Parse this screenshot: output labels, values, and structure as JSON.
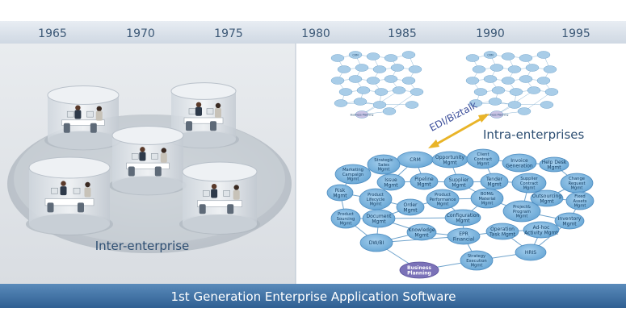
{
  "timeline": {
    "years": [
      "1965",
      "1970",
      "1975",
      "1980",
      "1985",
      "1990",
      "1995"
    ]
  },
  "labels": {
    "inter": "Inter-enterprise",
    "intra": "Intra-enterprises",
    "edi": "EDI/Biztalk"
  },
  "footer": {
    "title": "1st Generation Enterprise Application Software"
  },
  "network": {
    "nodes": [
      {
        "id": "crm",
        "lines": [
          "CRM"
        ]
      },
      {
        "id": "strategic-sales",
        "lines": [
          "Strategic",
          "Sales",
          "Mgmt"
        ]
      },
      {
        "id": "marketing-campaign",
        "lines": [
          "Marketing",
          "Campaign",
          "Mgmt"
        ]
      },
      {
        "id": "opportunity",
        "lines": [
          "Opportunity",
          "Mgmt"
        ]
      },
      {
        "id": "client-contract",
        "lines": [
          "Client",
          "Contract",
          "Mgmt"
        ]
      },
      {
        "id": "invoice-generation",
        "lines": [
          "Invoice",
          "Generation"
        ]
      },
      {
        "id": "help-desk",
        "lines": [
          "Help Desk",
          "Mgmt"
        ]
      },
      {
        "id": "change-request",
        "lines": [
          "Change",
          "Request",
          "Mgmt"
        ]
      },
      {
        "id": "issue",
        "lines": [
          "Issue",
          "Mgmt"
        ]
      },
      {
        "id": "pipeline",
        "lines": [
          "Pipeline",
          "Mgmt"
        ]
      },
      {
        "id": "supplier",
        "lines": [
          "Supplier",
          "Mgmt"
        ]
      },
      {
        "id": "tender",
        "lines": [
          "Tender",
          "Mgmt"
        ]
      },
      {
        "id": "supplier-contract",
        "lines": [
          "Supplier",
          "Contract",
          "Mgmt"
        ]
      },
      {
        "id": "risk",
        "lines": [
          "Risk",
          "Mgmt"
        ]
      },
      {
        "id": "product-lifecycle",
        "lines": [
          "Product",
          "Lifecycle",
          "Mgmt"
        ]
      },
      {
        "id": "order",
        "lines": [
          "Order",
          "Mgmt"
        ]
      },
      {
        "id": "product-performance",
        "lines": [
          "Product",
          "Performance",
          "Mgmt"
        ]
      },
      {
        "id": "bom-material",
        "lines": [
          "BOM&",
          "Material",
          "Mgmt"
        ]
      },
      {
        "id": "outsourcing",
        "lines": [
          "Outsourcing",
          "Mgmt"
        ]
      },
      {
        "id": "fixed-assets",
        "lines": [
          "Fixed",
          "Assets",
          "Mgmt"
        ]
      },
      {
        "id": "product-sourcing",
        "lines": [
          "Product",
          "Sourcing",
          "Mgmt"
        ]
      },
      {
        "id": "document",
        "lines": [
          "Document",
          "Mgmt"
        ]
      },
      {
        "id": "configuration",
        "lines": [
          "Configuration",
          "Mgmt"
        ]
      },
      {
        "id": "project-program",
        "lines": [
          "Project&",
          "Program",
          "Mgmt"
        ]
      },
      {
        "id": "inventory",
        "lines": [
          "Inventory",
          "Mgmt"
        ]
      },
      {
        "id": "knowledge",
        "lines": [
          "Knowledge",
          "Mgmt"
        ]
      },
      {
        "id": "epr-financial",
        "lines": [
          "EPR",
          "Financial"
        ]
      },
      {
        "id": "operation-task",
        "lines": [
          "Operation",
          "Task Mgmt"
        ]
      },
      {
        "id": "ad-hoc-activity",
        "lines": [
          "Ad-hoc",
          "Activity Mgmt"
        ]
      },
      {
        "id": "dw-bi",
        "lines": [
          "DW/BI"
        ]
      },
      {
        "id": "strategy-execution",
        "lines": [
          "Strategy",
          "Execution",
          "Mgmt"
        ]
      },
      {
        "id": "hris",
        "lines": [
          "HRIS"
        ]
      },
      {
        "id": "business-planning",
        "lines": [
          "Business",
          "Planning"
        ]
      }
    ],
    "edges": [
      [
        "crm",
        "strategic-sales"
      ],
      [
        "crm",
        "opportunity"
      ],
      [
        "crm",
        "issue"
      ],
      [
        "crm",
        "pipeline"
      ],
      [
        "crm",
        "marketing-campaign"
      ],
      [
        "opportunity",
        "client-contract"
      ],
      [
        "opportunity",
        "supplier"
      ],
      [
        "client-contract",
        "invoice-generation"
      ],
      [
        "invoice-generation",
        "help-desk"
      ],
      [
        "help-desk",
        "change-request"
      ],
      [
        "client-contract",
        "tender"
      ],
      [
        "strategic-sales",
        "marketing-campaign"
      ],
      [
        "marketing-campaign",
        "risk"
      ],
      [
        "risk",
        "product-lifecycle"
      ],
      [
        "product-lifecycle",
        "issue"
      ],
      [
        "issue",
        "pipeline"
      ],
      [
        "pipeline",
        "supplier"
      ],
      [
        "supplier",
        "tender"
      ],
      [
        "tender",
        "supplier-contract"
      ],
      [
        "supplier-contract",
        "outsourcing"
      ],
      [
        "outsourcing",
        "change-request"
      ],
      [
        "outsourcing",
        "fixed-assets"
      ],
      [
        "fixed-assets",
        "inventory"
      ],
      [
        "product-lifecycle",
        "order"
      ],
      [
        "order",
        "product-performance"
      ],
      [
        "product-performance",
        "bom-material"
      ],
      [
        "bom-material",
        "project-program"
      ],
      [
        "project-program",
        "outsourcing"
      ],
      [
        "project-program",
        "inventory"
      ],
      [
        "product-sourcing",
        "document"
      ],
      [
        "document",
        "order"
      ],
      [
        "document",
        "configuration"
      ],
      [
        "configuration",
        "bom-material"
      ],
      [
        "configuration",
        "epr-financial"
      ],
      [
        "document",
        "knowledge"
      ],
      [
        "knowledge",
        "epr-financial"
      ],
      [
        "epr-financial",
        "operation-task"
      ],
      [
        "operation-task",
        "ad-hoc-activity"
      ],
      [
        "ad-hoc-activity",
        "inventory"
      ],
      [
        "dw-bi",
        "knowledge"
      ],
      [
        "dw-bi",
        "epr-financial"
      ],
      [
        "dw-bi",
        "document"
      ],
      [
        "dw-bi",
        "product-sourcing"
      ],
      [
        "dw-bi",
        "business-planning"
      ],
      [
        "business-planning",
        "strategy-execution"
      ],
      [
        "strategy-execution",
        "hris"
      ],
      [
        "hris",
        "ad-hoc-activity"
      ],
      [
        "hris",
        "operation-task"
      ],
      [
        "epr-financial",
        "strategy-execution"
      ],
      [
        "product-sourcing",
        "risk"
      ],
      [
        "supplier-contract",
        "project-program"
      ],
      [
        "tender",
        "bom-material"
      ],
      [
        "inventory",
        "hris"
      ],
      [
        "configuration",
        "product-performance"
      ],
      [
        "supplier",
        "bom-material"
      ]
    ]
  },
  "minimap_left": {
    "nodes": [
      {
        "id": "m1",
        "lines": [
          "",
          "",
          ""
        ]
      },
      {
        "id": "m2",
        "lines": [
          "CRM"
        ]
      },
      {
        "id": "m3",
        "lines": [
          "",
          "",
          ""
        ]
      },
      {
        "id": "m4",
        "lines": [
          "",
          ""
        ]
      },
      {
        "id": "m5",
        "lines": [
          "",
          "",
          ""
        ]
      },
      {
        "id": "m6",
        "lines": [
          "",
          ""
        ]
      },
      {
        "id": "m7",
        "lines": [
          "",
          ""
        ]
      },
      {
        "id": "m8",
        "lines": [
          "",
          ""
        ]
      },
      {
        "id": "m9",
        "lines": [
          "",
          ""
        ]
      },
      {
        "id": "m10",
        "lines": [
          "",
          ""
        ]
      },
      {
        "id": "m11",
        "lines": [
          "",
          "",
          ""
        ]
      },
      {
        "id": "m12",
        "lines": [
          "",
          ""
        ]
      },
      {
        "id": "m13",
        "lines": [
          "",
          ""
        ]
      },
      {
        "id": "m14",
        "lines": [
          "",
          ""
        ]
      },
      {
        "id": "m15",
        "lines": [
          "",
          ""
        ]
      },
      {
        "id": "m16",
        "lines": [
          "",
          ""
        ]
      },
      {
        "id": "m17",
        "lines": [
          "",
          ""
        ]
      },
      {
        "id": "m18",
        "lines": [
          "",
          ""
        ]
      },
      {
        "id": "m19",
        "lines": [
          "",
          ""
        ]
      },
      {
        "id": "m20",
        "lines": [
          "",
          "",
          ""
        ]
      },
      {
        "id": "m21",
        "lines": [
          "",
          ""
        ]
      },
      {
        "id": "m22",
        "lines": [
          "",
          ""
        ]
      },
      {
        "id": "m23",
        "lines": [
          ""
        ]
      },
      {
        "id": "m24",
        "lines": [
          "Business",
          "Planning"
        ]
      },
      {
        "id": "m25",
        "lines": [
          "",
          ""
        ]
      },
      {
        "id": "m26",
        "lines": [
          ""
        ]
      }
    ]
  },
  "minimap_right": {
    "nodes": [
      {
        "id": "r1",
        "lines": [
          "",
          "",
          ""
        ]
      },
      {
        "id": "r2",
        "lines": [
          "CRM"
        ]
      },
      {
        "id": "r3",
        "lines": [
          "",
          "",
          ""
        ]
      },
      {
        "id": "r4",
        "lines": [
          "",
          ""
        ]
      },
      {
        "id": "r5",
        "lines": [
          "",
          "",
          ""
        ]
      },
      {
        "id": "r6",
        "lines": [
          "",
          ""
        ]
      },
      {
        "id": "r7",
        "lines": [
          "",
          ""
        ]
      },
      {
        "id": "r8",
        "lines": [
          "",
          ""
        ]
      },
      {
        "id": "r9",
        "lines": [
          "",
          ""
        ]
      },
      {
        "id": "r10",
        "lines": [
          "",
          ""
        ]
      },
      {
        "id": "r11",
        "lines": [
          "",
          "",
          ""
        ]
      },
      {
        "id": "r12",
        "lines": [
          "",
          ""
        ]
      },
      {
        "id": "r13",
        "lines": [
          "",
          ""
        ]
      },
      {
        "id": "r14",
        "lines": [
          "",
          ""
        ]
      },
      {
        "id": "r15",
        "lines": [
          "",
          ""
        ]
      },
      {
        "id": "r16",
        "lines": [
          "",
          ""
        ]
      },
      {
        "id": "r17",
        "lines": [
          "",
          ""
        ]
      },
      {
        "id": "r18",
        "lines": [
          "",
          ""
        ]
      },
      {
        "id": "r19",
        "lines": [
          "",
          ""
        ]
      },
      {
        "id": "r20",
        "lines": [
          "",
          "",
          ""
        ]
      },
      {
        "id": "r21",
        "lines": [
          "",
          ""
        ]
      },
      {
        "id": "r22",
        "lines": [
          "",
          ""
        ]
      },
      {
        "id": "r23",
        "lines": [
          ""
        ]
      },
      {
        "id": "r24",
        "lines": [
          "Business",
          "Planning"
        ]
      },
      {
        "id": "r25",
        "lines": [
          "",
          ""
        ]
      },
      {
        "id": "r26",
        "lines": [
          ""
        ]
      }
    ]
  },
  "colors": {
    "timeline_bar": "#d7dfe9",
    "timeline_text": "#3c5876",
    "footer_bar": "#3f6fa1",
    "footer_text": "#ffffff",
    "left_panel": "#e3e6ea",
    "node_fill": "#7fb6de",
    "node_stroke": "#4d8cc0",
    "node_text": "#143e63",
    "business_planning": "#7b72b8",
    "edge": "#6fa3cc",
    "edi_arrow": "#e9b428",
    "label_text": "#2e4f73"
  }
}
